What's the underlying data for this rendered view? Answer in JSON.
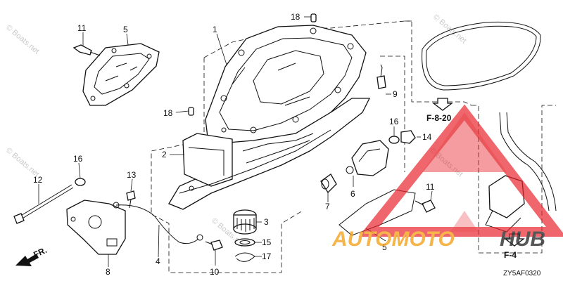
{
  "diagram": {
    "code": "ZY5AF0320",
    "direction_label": "FR.",
    "refs": {
      "upper": "F-8-20",
      "lower": "F-4"
    },
    "watermarks": [
      "© Boats.net",
      "© Boats.net",
      "© Boats.net",
      "© Boats.net",
      "© Boats.net"
    ],
    "logo": {
      "word1": "AUTOMOTO",
      "word2": "HUB"
    },
    "callouts": {
      "c1": "1",
      "c2": "2",
      "c3": "3",
      "c4": "4",
      "c5a": "5",
      "c5b": "5",
      "c6": "6",
      "c7": "7",
      "c8": "8",
      "c9": "9",
      "c10": "10",
      "c11a": "11",
      "c11b": "11",
      "c12": "12",
      "c13": "13",
      "c14": "14",
      "c15": "15",
      "c16a": "16",
      "c16b": "16",
      "c17": "17",
      "c18a": "18",
      "c18b": "18"
    },
    "colors": {
      "logo_red": "#e8242b",
      "logo_orange": "#f5a623",
      "watermark": "#c9c9c9"
    }
  }
}
